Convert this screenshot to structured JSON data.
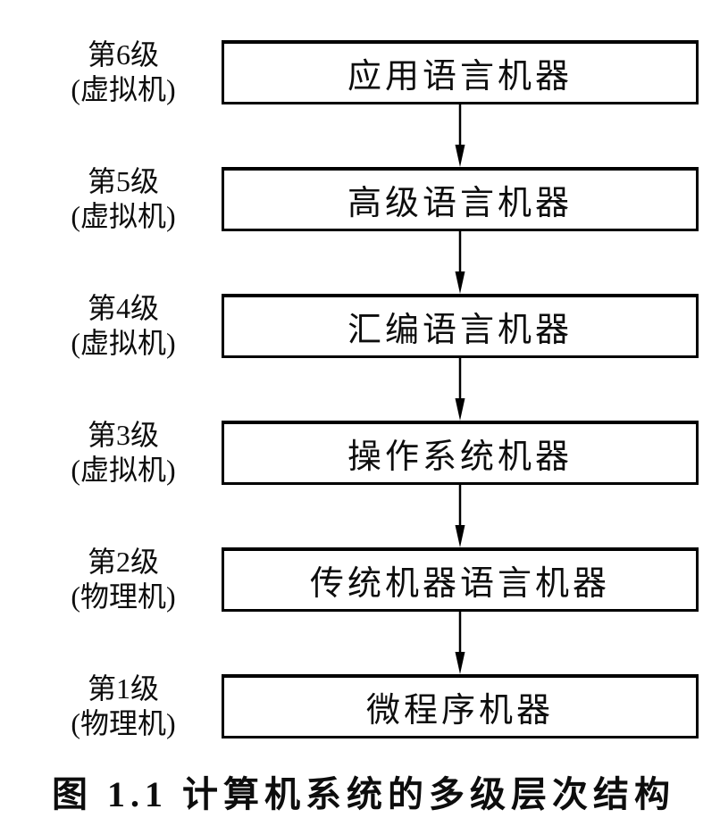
{
  "figure": {
    "caption": "图 1.1  计算机系统的多级层次结构"
  },
  "colors": {
    "ink": "#000000",
    "background": "#ffffff"
  },
  "icons": {
    "down_arrow": "down-arrow-icon"
  },
  "levels": [
    {
      "level": "第6级",
      "type": "(虚拟机)",
      "machine": "应用语言机器"
    },
    {
      "level": "第5级",
      "type": "(虚拟机)",
      "machine": "高级语言机器"
    },
    {
      "level": "第4级",
      "type": "(虚拟机)",
      "machine": "汇编语言机器"
    },
    {
      "level": "第3级",
      "type": "(虚拟机)",
      "machine": "操作系统机器"
    },
    {
      "level": "第2级",
      "type": "(物理机)",
      "machine": "传统机器语言机器"
    },
    {
      "level": "第1级",
      "type": "(物理机)",
      "machine": "微程序机器"
    }
  ]
}
